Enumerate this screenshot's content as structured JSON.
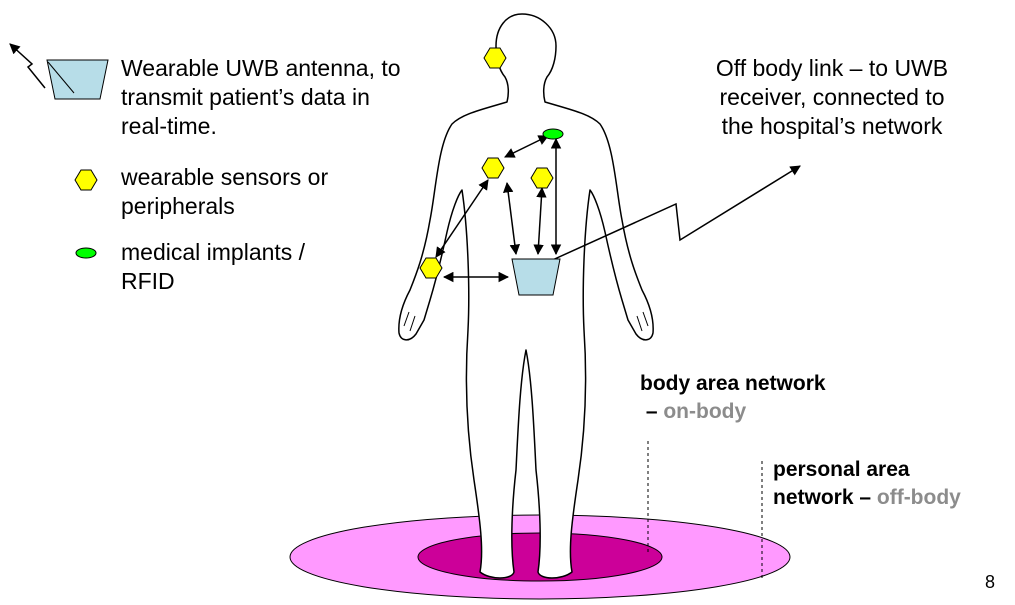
{
  "legend": {
    "antenna_text": "Wearable UWB antenna, to\ntransmit patient’s data in\nreal-time.",
    "antenna_icon": "antenna-trapezoid-icon",
    "sensor_text": "wearable sensors or\nperipherals",
    "sensor_icon": "yellow-hexagon-icon",
    "implant_text": "medical implants /\nRFID",
    "implant_icon": "green-ellipse-icon"
  },
  "off_body_note": "Off body link – to UWB\nreceiver, connected to\nthe hospital’s network",
  "body_area": {
    "title": "body area network",
    "dash": "– ",
    "sub": "on-body"
  },
  "personal_area": {
    "line1": "personal area",
    "line2": "network – ",
    "sub": "off-body"
  },
  "page_number": "8",
  "colors": {
    "sensor": "#ffff00",
    "implant": "#00ff00",
    "antenna": "#b7dde8",
    "outer_zone": "#ff99ff",
    "inner_zone": "#cc0099",
    "off_body_gray": "#8c8c8c"
  }
}
